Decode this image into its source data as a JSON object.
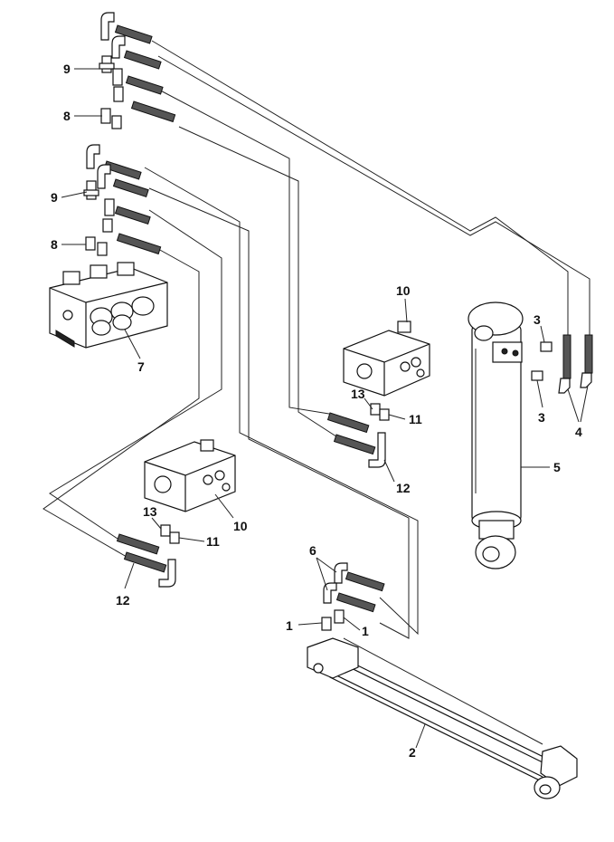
{
  "callouts": {
    "c1a": "1",
    "c1b": "1",
    "c2": "2",
    "c3a": "3",
    "c3b": "3",
    "c4": "4",
    "c5": "5",
    "c6": "6",
    "c7": "7",
    "c8a": "8",
    "c8b": "8",
    "c9a": "9",
    "c9b": "9",
    "c10a": "10",
    "c10b": "10",
    "c11a": "11",
    "c11b": "11",
    "c12a": "12",
    "c12b": "12",
    "c13a": "13",
    "c13b": "13"
  }
}
